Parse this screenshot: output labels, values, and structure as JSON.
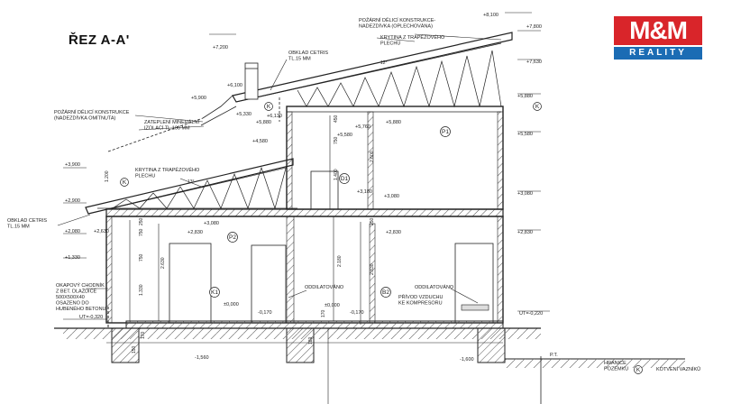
{
  "title": "ŘEZ A-A'",
  "logo": {
    "main": "M&M",
    "sub": "REALITY"
  },
  "colors": {
    "line": "#222222",
    "hatch": "#555555",
    "logo_red": "#d9252a",
    "logo_blue": "#1b6cb4"
  },
  "levels": {
    "l8100": "+8,100",
    "l7800": "+7,800",
    "l7630": "+7,630",
    "l7200": "+7,200",
    "l6100": "+6,100",
    "l6130": "+6,130",
    "l5900": "+5,900",
    "l5880a": "+5,880",
    "l5880b": "+5,880",
    "l5880c": "+5,880",
    "l5760": "+5,760",
    "l5580a": "+5,580",
    "l5580b": "+5,580",
    "l5330": "+5,330",
    "l4580": "+4,580",
    "l3900": "+3,900",
    "l3180": "+3,180",
    "l3080a": "+3,080",
    "l3080b": "+3,080",
    "l3080c": "+3,080",
    "l2900": "+2,900",
    "l2830a": "+2,830",
    "l2830b": "+2,830",
    "l2830c": "+2,830",
    "l2630": "+2,630",
    "l2080": "+2,080",
    "l1330": "+1,330",
    "l0a": "±0,000",
    "l0b": "±0,000",
    "l170a": "-0,170",
    "l170b": "-0,170",
    "ut320": "UT=-0,320",
    "ut220": "UT=-0,220",
    "l1560": "-1,560",
    "l1600": "-1,600"
  },
  "labels": {
    "fire_wall_top": "POŽÁRNÍ DĚLICÍ KONSTRUKCE-\nNADEZDÍVKA (OPLECHOVÁNA)",
    "roof_top": "KRYTINA Z TRAPÉZOVÉHO\nPLECHU",
    "cetris_top": "OBKLAD CETRIS\nTL.15 MM",
    "fire_wall_left": "POŽÁRNÍ DĚLICÍ KONSTRUKCE\n(NADEZDÍVKA OMÍTNUTA)",
    "insulation": "ZATEPLENÍ MINERÁLNÍ\nIZOLACÍ TL.100 MM",
    "roof_left": "KRYTINA Z TRAPÉZOVÉHO\nPLECHU",
    "cetris_left": "OBKLAD CETRIS\nTL.15 MM",
    "pavement": "OKAPOVÝ CHODNÍK\nZ BET. DLAŽDICE\n500X500X40\nOSAZENO DO\nHUBENÉHO BETONU",
    "sep1": "ODDILATOVÁNO",
    "sep2": "ODDILATOVÁNO",
    "air": "PŘÍVOD VZDUCHU\nKE KOMPRESORU",
    "boundary": "HRANICE\nPOZEMKU",
    "pt": "P.T.",
    "anchor_legend": "KOTVENÍ VAZNÍKŮ",
    "k": "K"
  },
  "slopes": {
    "s12": "12°",
    "s13": "13°"
  },
  "rooms": {
    "p1": "P1",
    "p2": "P2",
    "d1": "D1",
    "k1": "K1",
    "b2": "B2"
  },
  "dims": {
    "d450": "450",
    "d750": "750",
    "d2600": "2.600",
    "d1400": "1.400",
    "d250a": "250",
    "d250b": "250",
    "d2830": "2.830",
    "d2180": "2.180",
    "d750b": "750",
    "d2630": "2.630",
    "d750c": "750",
    "d1330": "1.330",
    "d170a": "170",
    "d170b": "170",
    "d180": "180",
    "d1200": "1.200",
    "d150": "150"
  }
}
